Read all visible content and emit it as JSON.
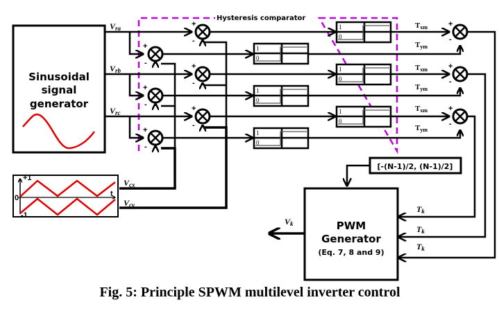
{
  "diagram": {
    "sine_block": {
      "line1": "Sinusoidal",
      "line2": "signal",
      "line3": "generator"
    },
    "hysteresis_label": "Hysteresis comparator",
    "inputs": {
      "vra": "V",
      "vra_sub": "ra",
      "vrb": "V",
      "vrb_sub": "rb",
      "vrc": "V",
      "vrc_sub": "rc",
      "vcx": "V",
      "vcx_sub": "cx",
      "vcy": "V",
      "vcy_sub": "cy"
    },
    "carrier_axis": {
      "plus_one": "+1",
      "zero": "0",
      "minus_one": "-1",
      "t": "t"
    },
    "comparator_levels": {
      "high": "1",
      "low": "0"
    },
    "outputs": {
      "txm": "T",
      "txm_sub": "xm",
      "tym": "T",
      "tym_sub": "ym"
    },
    "signs": {
      "plus": "+",
      "minus": "-"
    },
    "range_box": "[-(N-1)/2, (N-1)/2]",
    "pwm_block": {
      "line1": "PWM",
      "line2": "Generator",
      "line3": "(Eq. 7, 8 and 9)"
    },
    "tk": "T",
    "tk_sub": "k",
    "vk": "V",
    "vk_sub": "k",
    "colors": {
      "sine": "#e00000",
      "carrier": "#e00000",
      "hysteresis_border": "#c000e0"
    }
  },
  "caption": "Fig. 5: Principle SPWM multilevel inverter control"
}
